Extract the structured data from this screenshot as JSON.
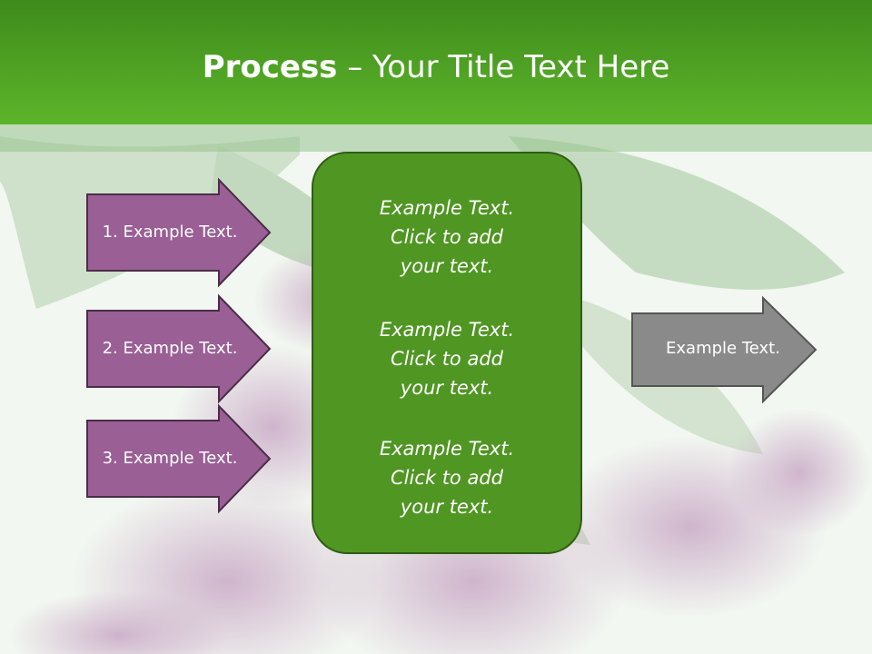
{
  "title": {
    "bold": "Process",
    "rest": " – Your Title Text Here"
  },
  "colors": {
    "title_bar": "#4f9f23",
    "input_arrow_fill": "#9a5f95",
    "input_arrow_stroke": "#4a2d48",
    "center_fill": "#4f9622",
    "center_stroke": "#2f5c16",
    "output_arrow_fill": "#8a8a8a",
    "output_arrow_stroke": "#555555"
  },
  "inputs": [
    {
      "label": "1. Example Text."
    },
    {
      "label": "2. Example Text."
    },
    {
      "label": "3. Example Text."
    }
  ],
  "center": {
    "blocks": [
      {
        "lines": [
          "Example Text.",
          "Click  to add",
          "your text."
        ]
      },
      {
        "lines": [
          "Example Text.",
          "Click  to add",
          "your text."
        ]
      },
      {
        "lines": [
          "Example Text.",
          "Click  to add",
          "your text."
        ]
      }
    ]
  },
  "output": {
    "label": "Example Text."
  }
}
